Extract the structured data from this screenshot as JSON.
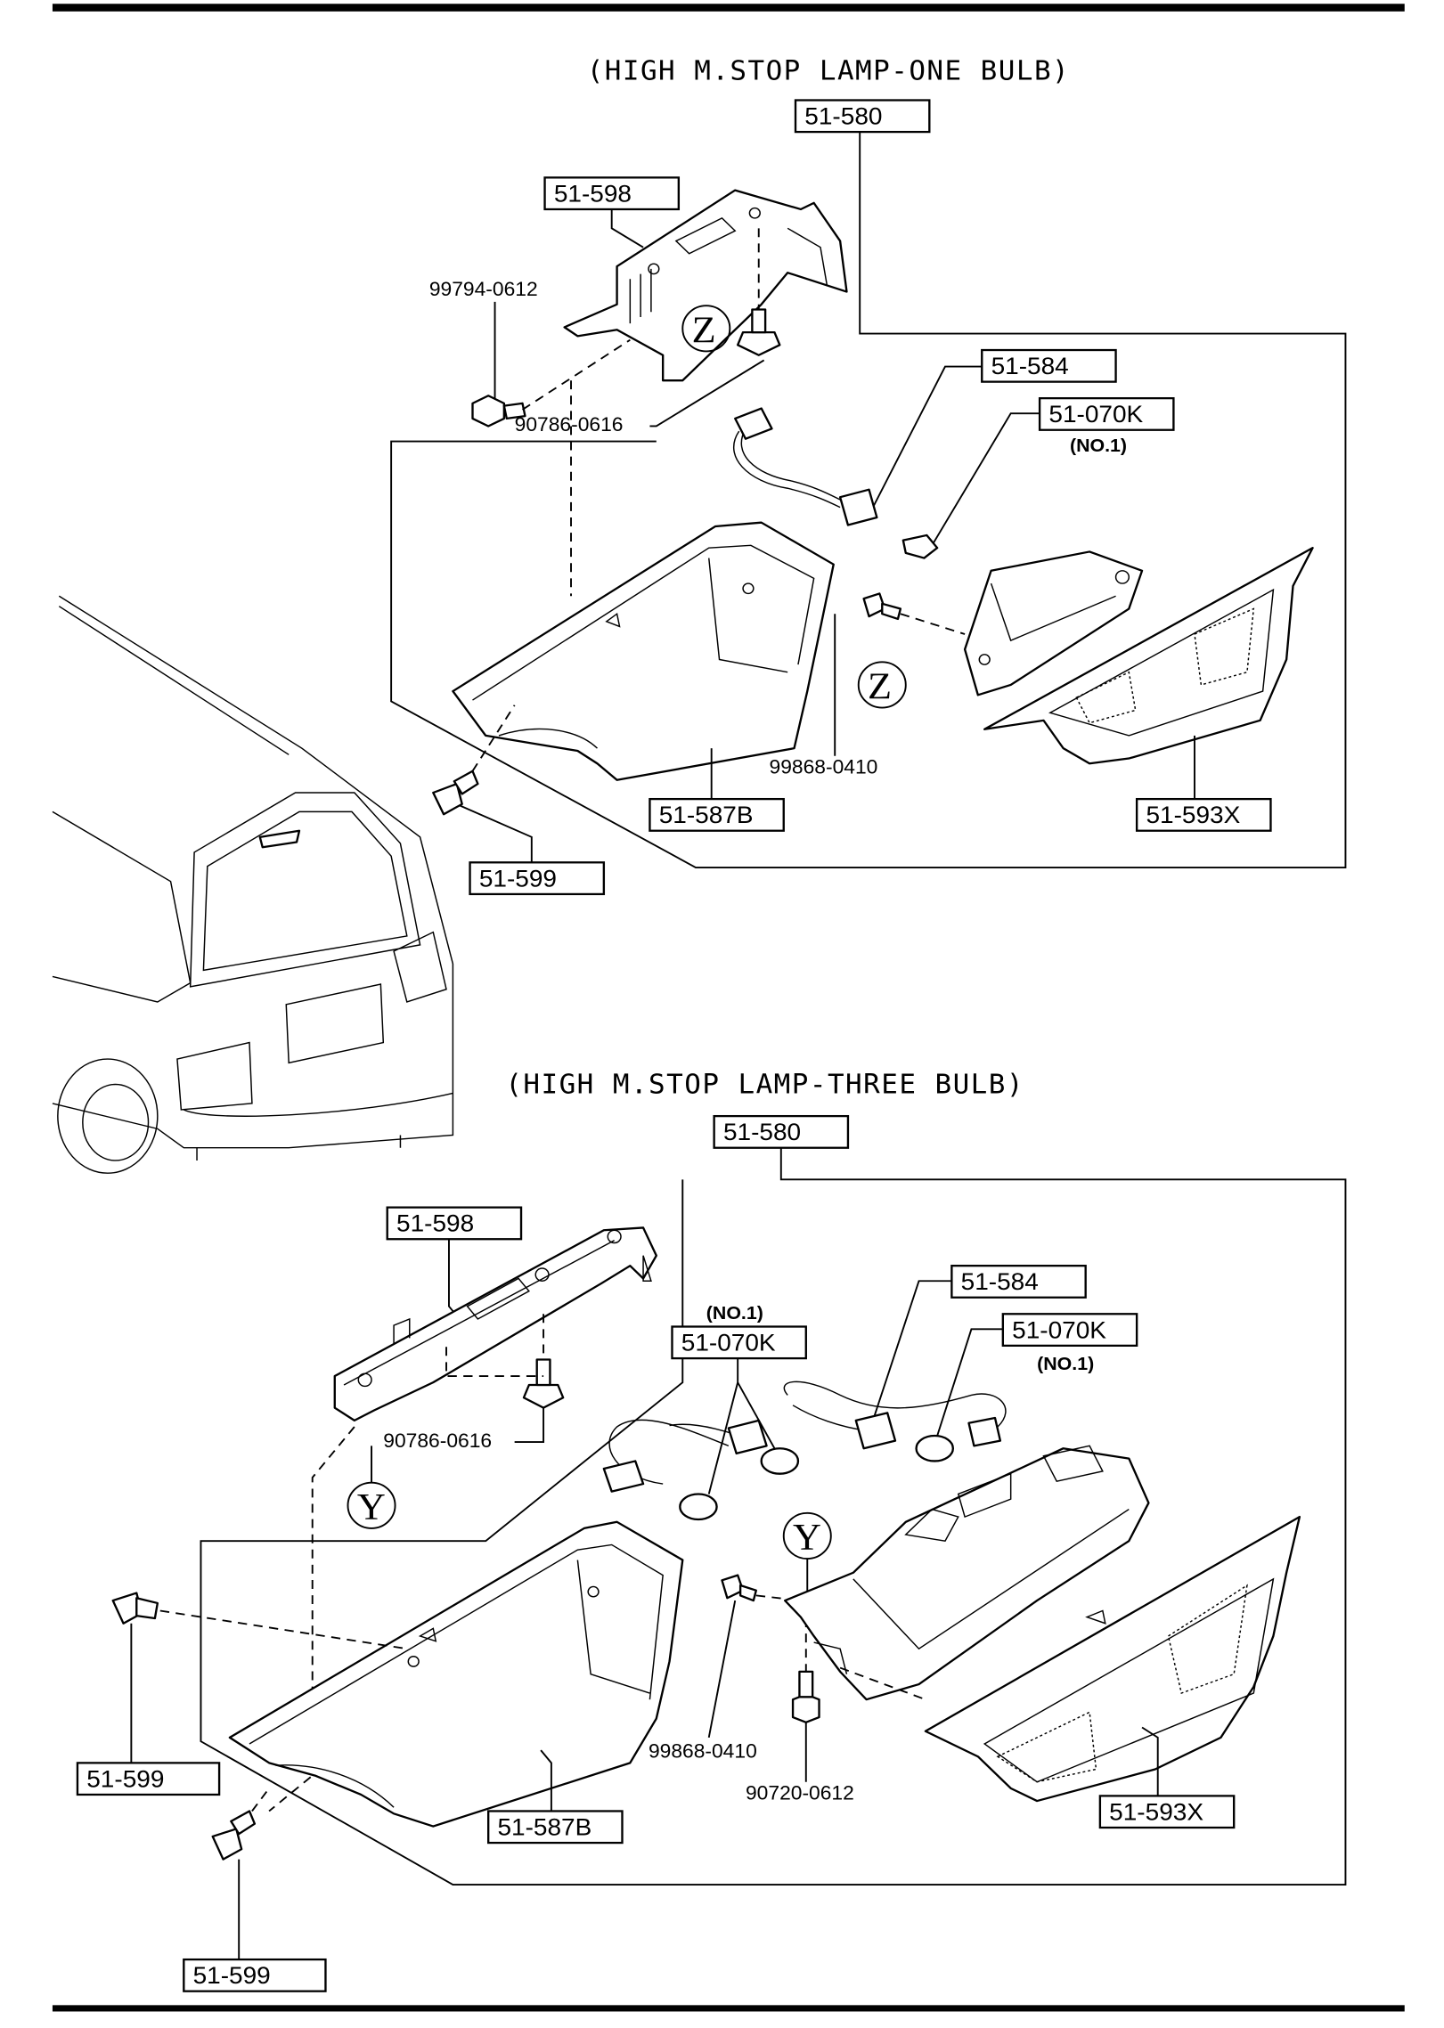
{
  "sections": [
    {
      "title": "(HIGH M.STOP LAMP-ONE BULB)",
      "assembly": "51-580",
      "bracket": "51-598",
      "bolt_a": "99794-0612",
      "nut_a": "90786-0616",
      "socket": "51-584",
      "bulb": "51-070K",
      "bulb_note": "(NO.1)",
      "screw": "99868-0410",
      "cover": "51-587B",
      "lens": "51-593X",
      "clip": "51-599",
      "ref_mark": "Z"
    },
    {
      "title": "(HIGH M.STOP LAMP-THREE BULB)",
      "assembly": "51-580",
      "bracket": "51-598",
      "nut_a": "90786-0616",
      "socket": "51-584",
      "bulb_left": "51-070K",
      "bulb_left_note": "(NO.1)",
      "bulb_right": "51-070K",
      "bulb_right_note": "(NO.1)",
      "screw": "99868-0410",
      "bolt_b": "90720-0612",
      "cover": "51-587B",
      "lens": "51-593X",
      "clip_a": "51-599",
      "clip_b": "51-599",
      "ref_mark": "Y"
    }
  ]
}
